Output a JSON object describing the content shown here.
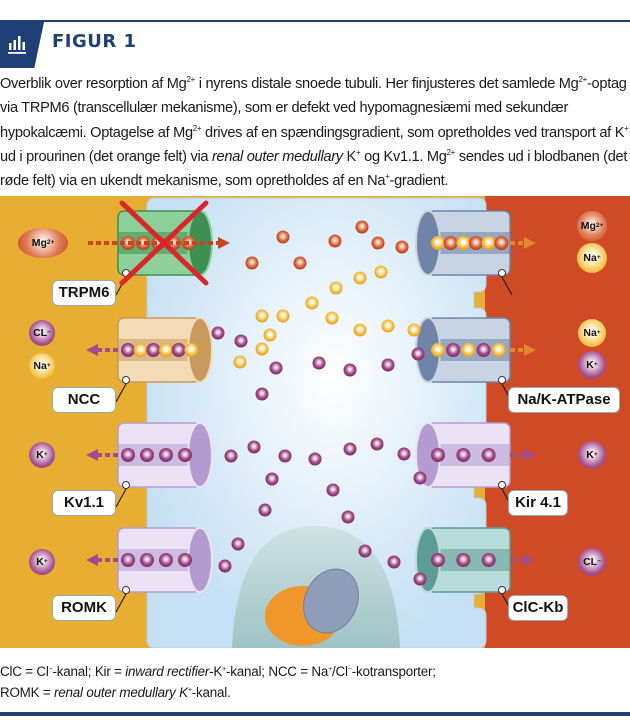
{
  "header": {
    "title": "FIGUR 1",
    "icon": "bar-chart-icon"
  },
  "legend": [
    {
      "t": "Overblik over resorption af Mg"
    },
    {
      "t": "2+",
      "sup": true
    },
    {
      "t": " i nyrens distale snoede tubuli. Her finjusteres det samlede Mg"
    },
    {
      "t": "2+",
      "sup": true
    },
    {
      "t": "-optag via TRPM6 (transcellulær mekanisme), som er defekt ved hypomagnesiæmi med sekundær hypokalcæmi. Optagelse af Mg"
    },
    {
      "t": "2+",
      "sup": true
    },
    {
      "t": " drives af en spændingsgradient, som opretholdes ved transport af K"
    },
    {
      "t": "+",
      "sup": true
    },
    {
      "t": " ud i prourinen (det orange felt) via "
    },
    {
      "t": "renal outer medullary",
      "i": true
    },
    {
      "t": " K"
    },
    {
      "t": "+",
      "sup": true
    },
    {
      "t": " og Kv1.1. Mg"
    },
    {
      "t": "2+",
      "sup": true
    },
    {
      "t": " sendes ud i blodbanen (det røde felt) via en ukendt mekanisme, som opretholdes af en Na"
    },
    {
      "t": "+",
      "sup": true
    },
    {
      "t": "-gradient."
    }
  ],
  "diagram": {
    "colors": {
      "lumen": "#e8ae32",
      "blood": "#cf4a25",
      "cell": "#d6eaf8",
      "mg_ion": "#d3512a",
      "na_ion": "#f2b43a",
      "k_cl_ion": "#9c3c78",
      "block_cross": "#d9262b"
    },
    "left_channels": [
      {
        "label": "TRPM6",
        "blocked": true
      },
      {
        "label": "NCC"
      },
      {
        "label": "Kv1.1"
      },
      {
        "label": "ROMK"
      }
    ],
    "right_channels": [
      {
        "label": ""
      },
      {
        "label": "Na/K-ATPase"
      },
      {
        "label": "Kir 4.1"
      },
      {
        "label": "ClC-Kb"
      }
    ],
    "left_ions": [
      {
        "base": "Mg",
        "sup": "2+"
      },
      {
        "base": "CL",
        "sup": "−"
      },
      {
        "base": "Na",
        "sup": "+"
      },
      {
        "base": "K",
        "sup": "+"
      },
      {
        "base": "K",
        "sup": "+"
      }
    ],
    "right_ions": [
      {
        "base": "Mg",
        "sup": "2+"
      },
      {
        "base": "Na",
        "sup": "+"
      },
      {
        "base": "Na",
        "sup": "+"
      },
      {
        "base": "K",
        "sup": "+"
      },
      {
        "base": "K",
        "sup": "+"
      },
      {
        "base": "CL",
        "sup": "−"
      }
    ]
  },
  "caption": [
    {
      "t": "ClC = Cl"
    },
    {
      "t": "−",
      "sup": true
    },
    {
      "t": "-kanal; Kir = "
    },
    {
      "t": "inward rectifier",
      "i": true
    },
    {
      "t": "-K"
    },
    {
      "t": "+",
      "sup": true
    },
    {
      "t": "-kanal; NCC = Na"
    },
    {
      "t": "+",
      "sup": true
    },
    {
      "t": "/Cl"
    },
    {
      "t": "−",
      "sup": true
    },
    {
      "t": "-kotransporter;",
      "br": true
    },
    {
      "t": "ROMK = "
    },
    {
      "t": "renal outer medullary K",
      "i": true
    },
    {
      "t": "+",
      "sup": true,
      "i": true
    },
    {
      "t": "-kanal."
    }
  ]
}
